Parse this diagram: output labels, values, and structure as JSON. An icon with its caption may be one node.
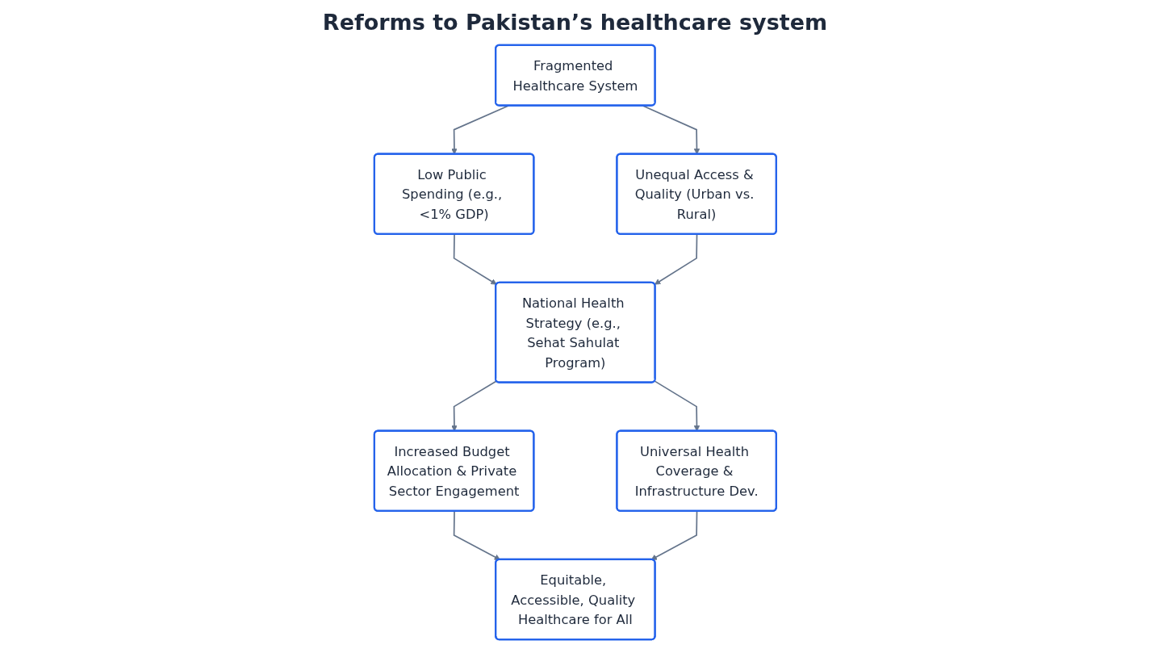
{
  "diagram": {
    "title": "Reforms to Pakistan’s healthcare system",
    "nodes": [
      {
        "text": [
          "Fragmented Healthcare System"
        ]
      },
      {
        "text": [
          "Low Public Spending (e.g., <1% GDP)"
        ]
      },
      {
        "text": [
          "Unequal Access & Quality (Urban vs. Rural)"
        ]
      },
      {
        "text": [
          "National Health Strategy (e.g., Sehat Sahulat Program)"
        ]
      },
      {
        "text": [
          "Increased Budget Allocation & Private Sector Engagement"
        ]
      },
      {
        "text": [
          "Universal Health Coverage & Infrastructure Dev."
        ]
      },
      {
        "text": [
          "Equitable, Accessible, Quality Healthcare for All"
        ]
      }
    ],
    "edges": [
      {
        "from": 0,
        "to": 1,
        "arrow": "to"
      },
      {
        "from": 0,
        "to": 2,
        "arrow": "to"
      },
      {
        "from": 1,
        "to": 3,
        "arrow": "to"
      },
      {
        "from": 2,
        "to": 3,
        "arrow": "to"
      },
      {
        "from": 3,
        "to": 4,
        "arrow": "to"
      },
      {
        "from": 3,
        "to": 5,
        "arrow": "to"
      },
      {
        "from": 4,
        "to": 6,
        "arrow": "to"
      },
      {
        "from": 5,
        "to": 6,
        "arrow": "to"
      }
    ]
  }
}
